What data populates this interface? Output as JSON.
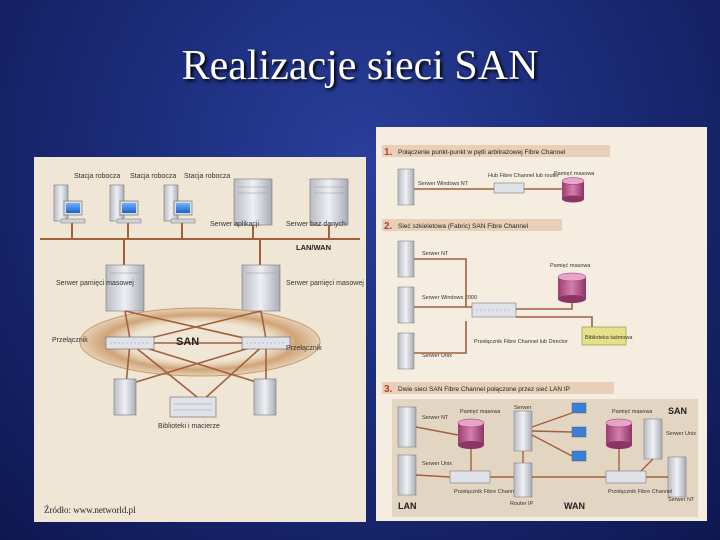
{
  "slide": {
    "title": "Realizacje sieci SAN",
    "source": "Źródło: www.networld.pl"
  },
  "left_diagram": {
    "workstation_labels": [
      "Stacja robocza",
      "Stacja robocza",
      "Stacja robocza"
    ],
    "app_server": "Serwer aplikacji",
    "db_server": "Serwer baz danych",
    "lan_wan": "LAN/WAN",
    "storage_server_left": "Serwer pamięci masowej",
    "storage_server_right": "Serwer pamięci masowej",
    "switch_left": "Przełącznik",
    "switch_right": "Przełącznik",
    "san": "SAN",
    "libraries": "Biblioteki i macierze"
  },
  "right_diagram": {
    "section1": {
      "num": "1.",
      "title": "Połączenie punkt-punkt w pętli arbitrażowej Fibre Channel",
      "server": "Serwer Windows NT",
      "hub": "Hub Fibre Channel lub router",
      "storage": "Pamięć masowa"
    },
    "section2": {
      "num": "2.",
      "title": "Sieć szkieletowa (Fabric) SAN Fibre Channel",
      "server_nt": "Serwer NT",
      "server_w2000": "Serwer Windows 2000",
      "server_unix": "Serwer Unix",
      "storage": "Pamięć masowa",
      "switch": "Przełącznik Fibre Channel lub Director",
      "tape": "Biblioteka taśmowa"
    },
    "section3": {
      "num": "3.",
      "title": "Dwie sieci SAN Fibre Channel połączone przez sieć LAN IP",
      "server_nt": "Serwer NT",
      "server_unix": "Serwer Unix",
      "storage_left": "Pamięć masowa",
      "server_mid": "Serwer",
      "storage_right": "Pamięć masowa",
      "san": "SAN",
      "server_unix_right": "Serwer Unix",
      "lan": "LAN",
      "switch_left": "Przełącznik Fibre Channel",
      "router": "Router IP",
      "wan": "WAN",
      "switch_right": "Przełącznik Fibre Channel",
      "server_nt_right": "Serwer NT"
    }
  }
}
